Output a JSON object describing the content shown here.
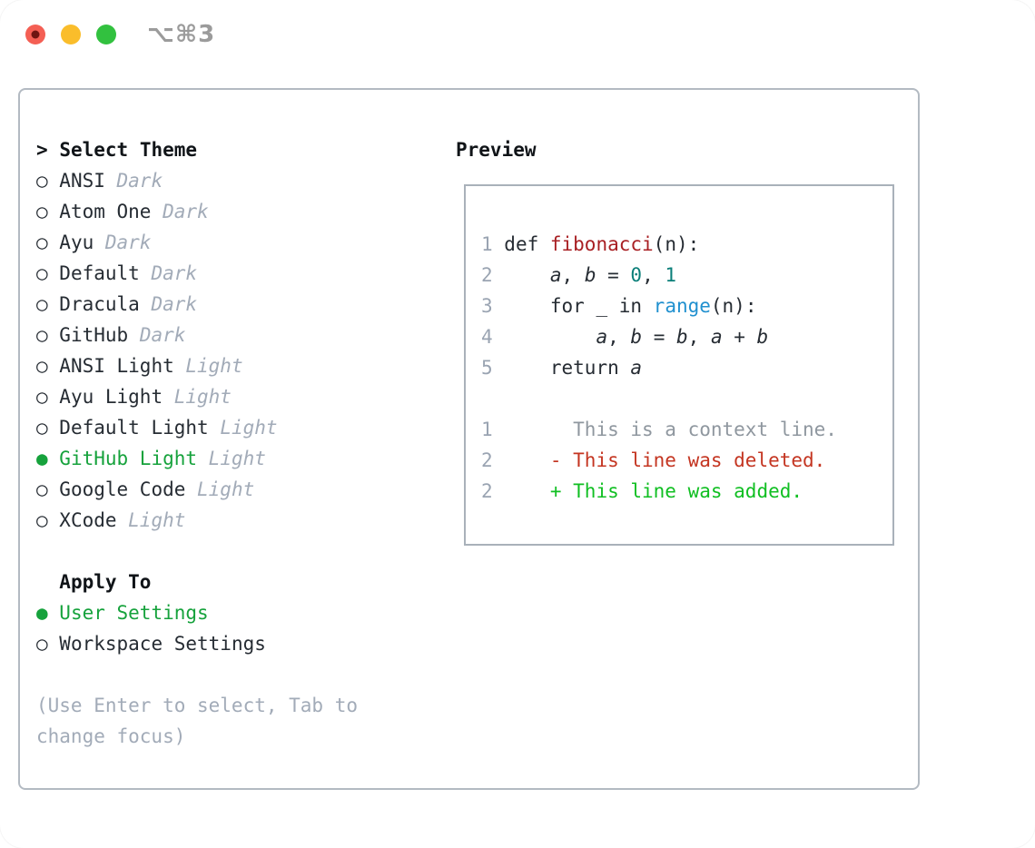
{
  "window": {
    "shortcut_label": "⌥⌘3",
    "traffic_lights": [
      "close",
      "minimize",
      "zoom"
    ]
  },
  "icons": {
    "selected_radio": "●",
    "unselected_radio": "○",
    "cursor_marker": ">"
  },
  "theme_panel": {
    "title": "Select Theme",
    "themes": [
      {
        "name": "ANSI",
        "tag": "Dark",
        "selected": false
      },
      {
        "name": "Atom One",
        "tag": "Dark",
        "selected": false
      },
      {
        "name": "Ayu",
        "tag": "Dark",
        "selected": false
      },
      {
        "name": "Default",
        "tag": "Dark",
        "selected": false
      },
      {
        "name": "Dracula",
        "tag": "Dark",
        "selected": false
      },
      {
        "name": "GitHub",
        "tag": "Dark",
        "selected": false
      },
      {
        "name": "ANSI Light",
        "tag": "Light",
        "selected": false
      },
      {
        "name": "Ayu Light",
        "tag": "Light",
        "selected": false
      },
      {
        "name": "Default Light",
        "tag": "Light",
        "selected": false
      },
      {
        "name": "GitHub Light",
        "tag": "Light",
        "selected": true
      },
      {
        "name": "Google Code",
        "tag": "Light",
        "selected": false
      },
      {
        "name": "XCode",
        "tag": "Light",
        "selected": false
      }
    ],
    "apply_to": {
      "title": "Apply To",
      "options": [
        {
          "label": "User Settings",
          "selected": true
        },
        {
          "label": "Workspace Settings",
          "selected": false
        }
      ]
    },
    "help_text": "(Use Enter to select, Tab to change focus)"
  },
  "preview": {
    "title": "Preview",
    "lines": [
      {
        "num": "1",
        "parts": [
          {
            "t": " def ",
            "c": "code"
          },
          {
            "t": "fibonacci",
            "c": "fn"
          },
          {
            "t": "(n):",
            "c": "code"
          }
        ]
      },
      {
        "num": "2",
        "parts": [
          {
            "t": "     ",
            "c": "code"
          },
          {
            "t": "a",
            "c": "var"
          },
          {
            "t": ", ",
            "c": "code"
          },
          {
            "t": "b",
            "c": "var"
          },
          {
            "t": " = ",
            "c": "code"
          },
          {
            "t": "0",
            "c": "lit"
          },
          {
            "t": ", ",
            "c": "code"
          },
          {
            "t": "1",
            "c": "lit"
          }
        ]
      },
      {
        "num": "3",
        "parts": [
          {
            "t": "     for _ in ",
            "c": "code"
          },
          {
            "t": "range",
            "c": "builtin"
          },
          {
            "t": "(n):",
            "c": "code"
          }
        ]
      },
      {
        "num": "4",
        "parts": [
          {
            "t": "         ",
            "c": "code"
          },
          {
            "t": "a",
            "c": "var"
          },
          {
            "t": ", ",
            "c": "code"
          },
          {
            "t": "b",
            "c": "var"
          },
          {
            "t": " = ",
            "c": "code"
          },
          {
            "t": "b",
            "c": "var"
          },
          {
            "t": ", ",
            "c": "code"
          },
          {
            "t": "a",
            "c": "var"
          },
          {
            "t": " + ",
            "c": "code"
          },
          {
            "t": "b",
            "c": "var"
          }
        ]
      },
      {
        "num": "5",
        "parts": [
          {
            "t": "     return ",
            "c": "code"
          },
          {
            "t": "a",
            "c": "var"
          }
        ]
      },
      {
        "num": "",
        "parts": []
      },
      {
        "num": "1",
        "parts": [
          {
            "t": "       This is a context line.",
            "c": "context"
          }
        ]
      },
      {
        "num": "2",
        "parts": [
          {
            "t": "     ",
            "c": "code"
          },
          {
            "t": "- This line was deleted.",
            "c": "del"
          }
        ]
      },
      {
        "num": "2",
        "parts": [
          {
            "t": "     ",
            "c": "code"
          },
          {
            "t": "+ This line was added.",
            "c": "add"
          }
        ]
      }
    ]
  },
  "colors": {
    "text": "#262c33",
    "bold": "#101418",
    "tag": "#a2abb8",
    "green": "#16a23c",
    "linenum": "#9aa4b2",
    "fn": "#a81f23",
    "lit": "#0b7f79",
    "builtin": "#2090cf",
    "context": "#8f979f",
    "del": "#c43521",
    "add": "#10bf22",
    "panel-border": "#b3bac2",
    "preview-border": "#a9b1ba",
    "traffic-red": "#f45f54",
    "traffic-red-dot": "#6e1511",
    "traffic-yellow": "#fabd2b",
    "traffic-green": "#32c13f",
    "shortcut": "#9b9b9b"
  }
}
